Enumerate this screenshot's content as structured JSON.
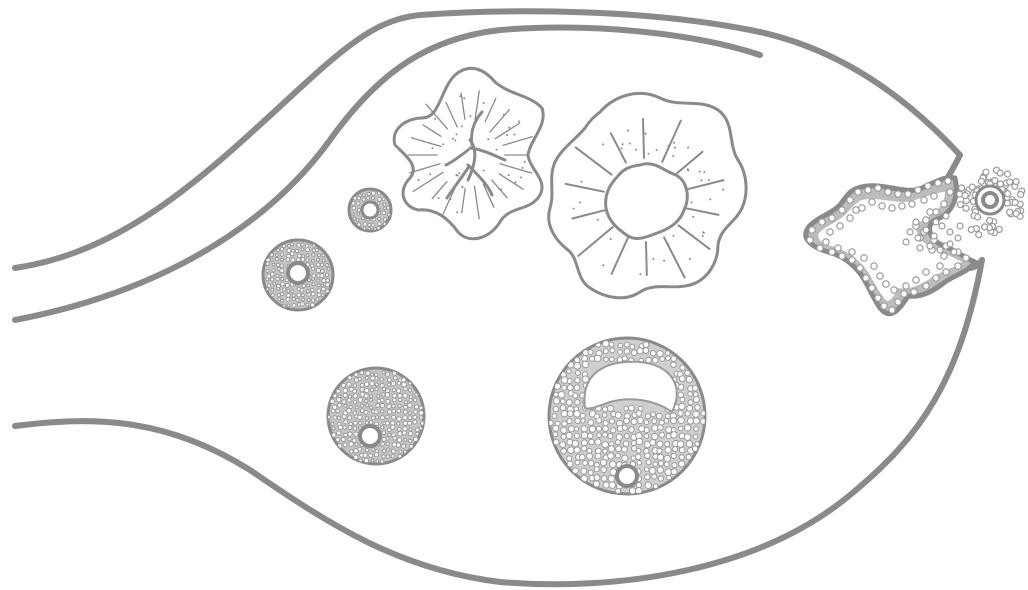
{
  "diagram": {
    "colors": {
      "background": "#ffffff",
      "stroke": "#8a8a8a",
      "cell_stroke": "#9a9a9a",
      "cell_fill": "#b5b5b5",
      "nucleus": "#ffffff"
    },
    "structures": [
      {
        "id": "primordial-follicle",
        "icon": "small-follicle"
      },
      {
        "id": "primary-follicle",
        "icon": "medium-follicle"
      },
      {
        "id": "secondary-follicle",
        "icon": "large-follicle"
      },
      {
        "id": "graafian-follicle",
        "icon": "antral-follicle"
      },
      {
        "id": "ovulation",
        "icon": "ruptured-follicle"
      },
      {
        "id": "corpus-luteum",
        "icon": "folded-body"
      },
      {
        "id": "corpus-albicans",
        "icon": "scarred-body"
      }
    ]
  }
}
